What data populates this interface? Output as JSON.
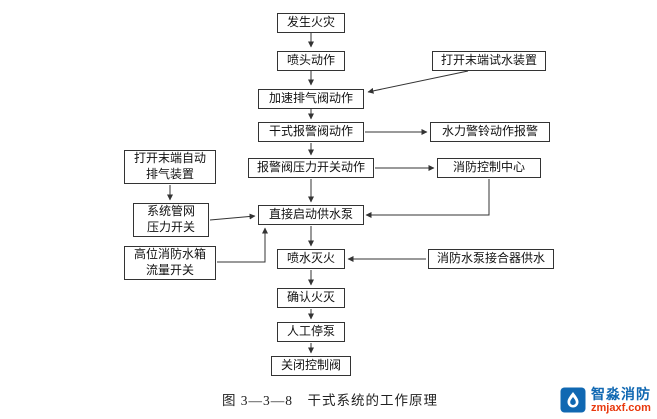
{
  "diagram": {
    "caption": "图 3—3—8　干式系统的工作原理",
    "nodes": {
      "fire": "发生火灾",
      "sprinkler": "喷头动作",
      "test_device": "打开末端试水装置",
      "accel_exhaust_valve": "加速排气阀动作",
      "dry_alarm_valve": "干式报警阀动作",
      "hydraulic_bell": "水力警铃动作报警",
      "pressure_switch_action": "报警阀压力开关动作",
      "control_center": "消防控制中心",
      "auto_exhaust_device": "打开末端自动\n排气装置",
      "network_pressure_switch": "系统管网\n压力开关",
      "start_pump": "直接启动供水泵",
      "tank_flow_switch": "高位消防水箱\n流量开关",
      "spray": "喷水灭火",
      "pump_coupler": "消防水泵接合器供水",
      "confirm_out": "确认火灭",
      "manual_stop": "人工停泵",
      "close_valve": "关闭控制阀"
    },
    "edges": [
      {
        "from": "fire",
        "to": "sprinkler"
      },
      {
        "from": "sprinkler",
        "to": "accel_exhaust_valve"
      },
      {
        "from": "test_device",
        "to": "accel_exhaust_valve"
      },
      {
        "from": "accel_exhaust_valve",
        "to": "dry_alarm_valve"
      },
      {
        "from": "dry_alarm_valve",
        "to": "hydraulic_bell"
      },
      {
        "from": "dry_alarm_valve",
        "to": "pressure_switch_action"
      },
      {
        "from": "pressure_switch_action",
        "to": "control_center"
      },
      {
        "from": "pressure_switch_action",
        "to": "start_pump"
      },
      {
        "from": "control_center",
        "to": "start_pump"
      },
      {
        "from": "auto_exhaust_device",
        "to": "network_pressure_switch"
      },
      {
        "from": "network_pressure_switch",
        "to": "start_pump"
      },
      {
        "from": "tank_flow_switch",
        "to": "start_pump"
      },
      {
        "from": "start_pump",
        "to": "spray"
      },
      {
        "from": "pump_coupler",
        "to": "spray"
      },
      {
        "from": "spray",
        "to": "confirm_out"
      },
      {
        "from": "confirm_out",
        "to": "manual_stop"
      },
      {
        "from": "manual_stop",
        "to": "close_valve"
      }
    ]
  },
  "watermark": {
    "brand": "智淼消防",
    "url": "zmjaxf.com",
    "brand_color": "#1068b2",
    "url_color": "#e8380d"
  }
}
